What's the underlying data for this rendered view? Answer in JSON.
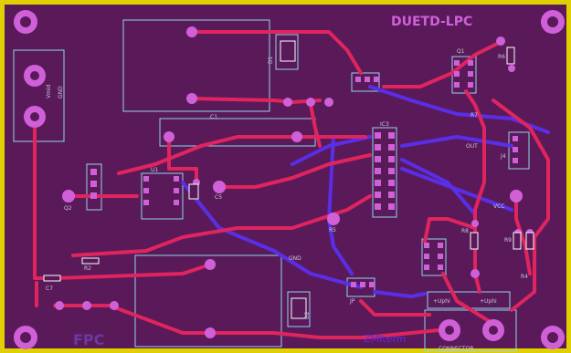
{
  "board": {
    "title": "DUETD-LPC",
    "bottom_logo": "FPC",
    "bottom_right_label": "ZMIterm",
    "colors": {
      "substrate": "#5a1a5a",
      "border": "#e0d000",
      "trace_top": "#e0245e",
      "trace_bottom": "#5a2ee6",
      "pad": "#d060d8",
      "outline": "#8fd6e6"
    }
  },
  "labels": {
    "t_vmid": "Vmid",
    "t_gnd": "GND",
    "t_q2": "Q2",
    "t_c1": "C1",
    "t_r2": "R2",
    "t_d1": "D1",
    "t_u1": "U1",
    "t_c5": "C5",
    "t_ic": "IC3",
    "t_r5": "R5",
    "t_r6": "R6",
    "t_q1": "Q1",
    "t_j4": "J4",
    "t_out": "OUT",
    "t_vcc": "VCC",
    "t_c7": "C7",
    "t_gnd2": "GND",
    "t_r8": "R8",
    "t_r9": "R9",
    "t_r4": "R4",
    "t_d2": "D2",
    "t_jp": "JP",
    "t_r7": "R7",
    "t_sig1": "+Uphi",
    "t_sig2": "+Uphi",
    "t_conn": "CONNECTOR"
  }
}
